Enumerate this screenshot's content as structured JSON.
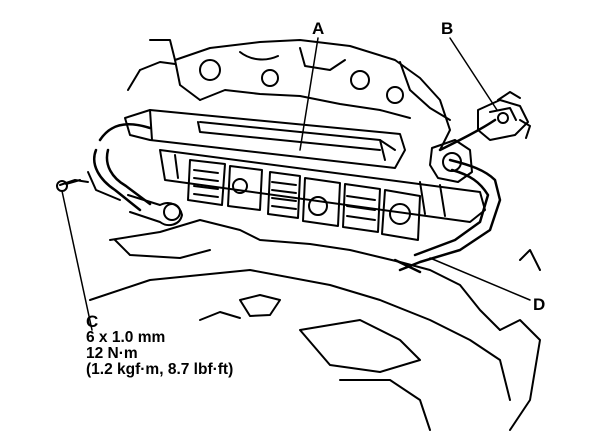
{
  "callouts": {
    "a": "A",
    "b": "B",
    "c": "C",
    "d": "D"
  },
  "fastener_spec": {
    "size": "6 x 1.0 mm",
    "torque_nm": "12 N·m",
    "torque_alt": "(1.2 kgf·m, 8.7 lbf·ft)"
  },
  "colors": {
    "ink": "#000000",
    "background": "#ffffff"
  }
}
